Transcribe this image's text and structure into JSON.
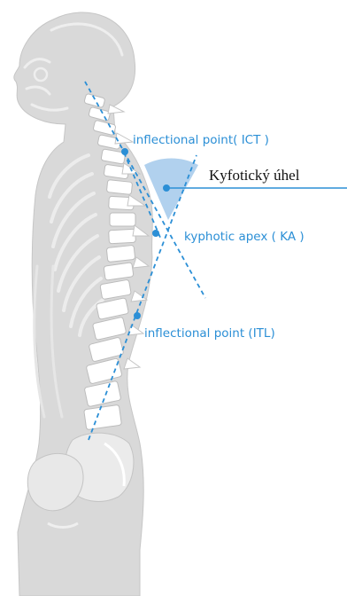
{
  "labels": {
    "ict": "inflectional point( ICT )",
    "ka": "kyphotic apex ( KA )",
    "itl": "inflectional point (ITL)",
    "angle": "Kyfotický úhel"
  },
  "colors": {
    "body": "#d9d9d9",
    "bone": "#ffffff",
    "outline": "#c2c2c2",
    "accent": "#2b8fd6",
    "angle_fill": "#a9ccec"
  }
}
